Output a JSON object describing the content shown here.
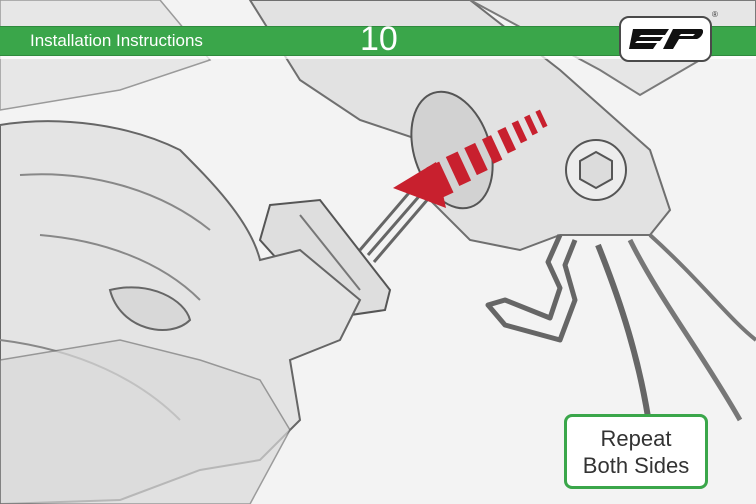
{
  "header": {
    "title": "Installation Instructions",
    "step_number": "10"
  },
  "logo": {
    "icon": "ep-logo-icon",
    "registered_mark": "®"
  },
  "callout": {
    "line1": "Repeat",
    "line2": "Both Sides"
  },
  "colors": {
    "header_green": "#3aa64a",
    "arrow_red": "#c8202e",
    "callout_border": "#3aa64a"
  }
}
